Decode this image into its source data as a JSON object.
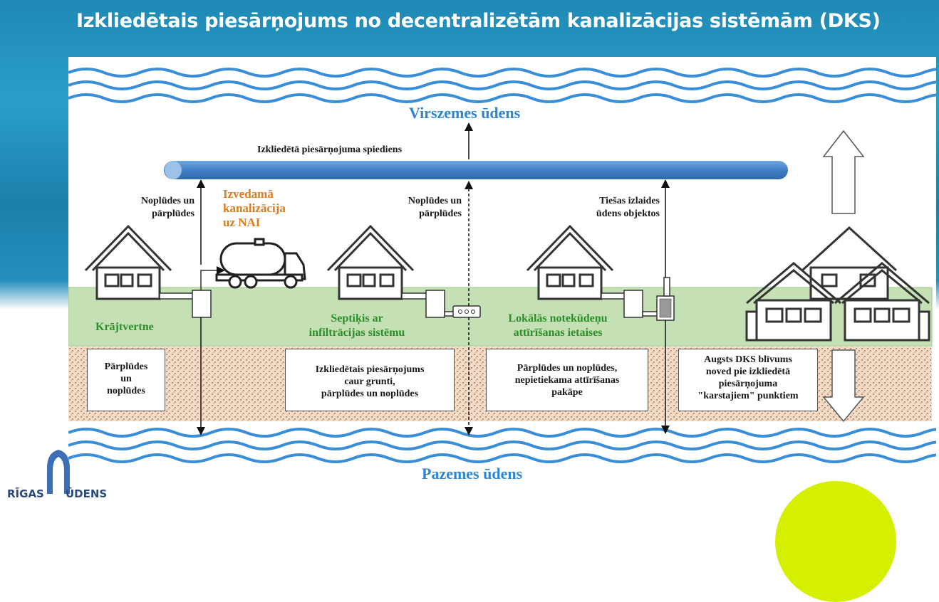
{
  "slide": {
    "title": "Izkliedētais piesārņojums no decentralizētām kanalizācijas sistēmām (DKS)"
  },
  "diagram": {
    "surface_water": "Virszemes ūdens",
    "ground_water": "Pazemes ūdens",
    "pressure_label": "Izkliedētā piesārņojuma spiediens",
    "leaks_1": [
      "Noplūdes un",
      "pārplūdes"
    ],
    "export_label": [
      "Izvedamā",
      "kanalizācija",
      "uz NAI"
    ],
    "leaks_2": [
      "Noplūdes un",
      "pārplūdes"
    ],
    "direct_release": [
      "Tiešas izlaides",
      "ūdens objektos"
    ],
    "cesspool": "Krājtvertne",
    "septic": [
      "Septiķis ar",
      "infiltrācijas sistēmu"
    ],
    "local_plant": [
      "Lokālās notekūdeņu",
      "attīrīšanas ietaises"
    ],
    "box_1": [
      "Pārplūdes",
      "un",
      "noplūdes"
    ],
    "box_2": [
      "Izkliedētais piesārņojums",
      "caur grunti,",
      "pārplūdes un noplūdes"
    ],
    "box_3": [
      "Pārplūdes un noplūdes,",
      "nepietiekama attīrīšanas",
      "pakāpe"
    ],
    "box_4": [
      "Augsts DKS blīvums",
      "noved pie izkliedētā",
      "piesārņojuma",
      "\"karstajiem\" punktiem"
    ]
  },
  "logo": {
    "left": "RĪGAS",
    "right": "ŪDENS"
  },
  "colors": {
    "water": "#2e86d1",
    "soil_green": "#c5e0b4",
    "orange": "#e07b1c",
    "green_text": "#2a8f2a",
    "title_bg": "#1f89b5",
    "logo_yellow": "#d4f000"
  },
  "icons": [
    "house-icon",
    "tanker-truck-icon",
    "tank-icon",
    "arrow-up-icon",
    "arrow-down-icon",
    "wave-icon"
  ]
}
